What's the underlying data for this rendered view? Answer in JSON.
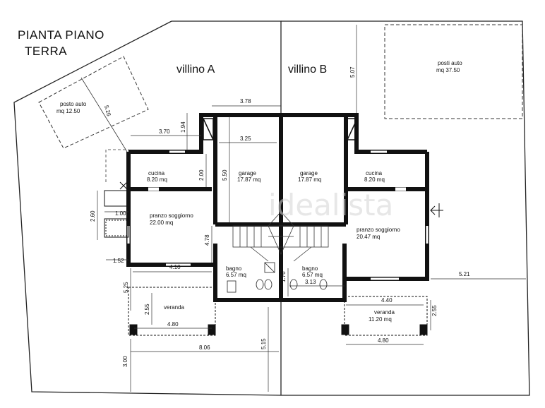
{
  "title": {
    "line1": "PIANTA PIANO",
    "line2": "TERRA"
  },
  "villas": {
    "a": "villino A",
    "b": "villino B"
  },
  "parking": {
    "left": {
      "label": "posto auto",
      "area": "mq 12.50",
      "dim": "5.26"
    },
    "right": {
      "label": "posti auto",
      "area": "mq 37.50"
    }
  },
  "rooms": {
    "garage_a": {
      "name": "garage",
      "area": "17.87 mq"
    },
    "garage_b": {
      "name": "garage",
      "area": "17.87 mq"
    },
    "cucina_a": {
      "name": "cucina",
      "area": "8.20 mq"
    },
    "cucina_b": {
      "name": "cucina",
      "area": "8.20 mq"
    },
    "soggiorno_a": {
      "name": "pranzo soggiorno",
      "area": "22.00 mq"
    },
    "soggiorno_b": {
      "name": "pranzo soggiorno",
      "area": "20.47 mq"
    },
    "bagno_a": {
      "name": "bagno",
      "area": "6.57 mq"
    },
    "bagno_b": {
      "name": "bagno",
      "area": "6.57 mq"
    },
    "veranda_a": {
      "name": "veranda"
    },
    "veranda_b": {
      "name": "veranda",
      "area": "11.20 mq"
    }
  },
  "dimensions": {
    "d378": "3.78",
    "d325": "3.25",
    "d370": "3.70",
    "d194": "1.94",
    "d200": "2.00",
    "d550": "5.50",
    "d507": "5.07",
    "d260": "2.60",
    "d100": "1.00",
    "d152": "1.52",
    "d410": "4.10",
    "d478": "4.78",
    "d525": "5.25",
    "d176": "1.76",
    "d313": "3.13",
    "d521": "5.21",
    "d440": "4.40",
    "d255a": "2.55",
    "d255b": "2.55",
    "d480a": "4.80",
    "d480b": "4.80",
    "d806": "8.06",
    "d515": "5.15",
    "d300": "3.00"
  },
  "watermark": "idealista"
}
